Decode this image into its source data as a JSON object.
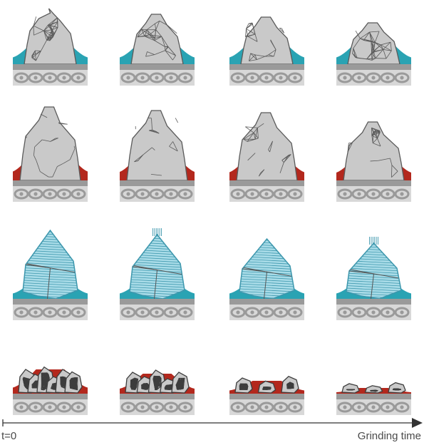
{
  "axis": {
    "start_label": "t=0",
    "end_label": "Grinding time"
  },
  "colors": {
    "teal": "#2aa3b3",
    "red": "#b3281d",
    "band_dark": "#9a9a9a",
    "band_light": "#d8d8d8",
    "band_outline": "#9a9a9a",
    "rock_fill": "#c9c9c9",
    "rock_line": "#5a5a5a",
    "crystal_fill": "#a9dce8",
    "crystal_line": "#3d97ad",
    "arrow": "#333333"
  },
  "rows": [
    {
      "binder_color": "teal",
      "particle": "multi-crystal rock",
      "stages": 4
    },
    {
      "binder_color": "red",
      "particle": "multi-crystal rock",
      "stages": 4
    },
    {
      "binder_color": "teal",
      "particle": "single crystal",
      "stages": 4
    },
    {
      "binder_color": "red",
      "particle": "fragmenting rock",
      "stages": 4
    }
  ]
}
